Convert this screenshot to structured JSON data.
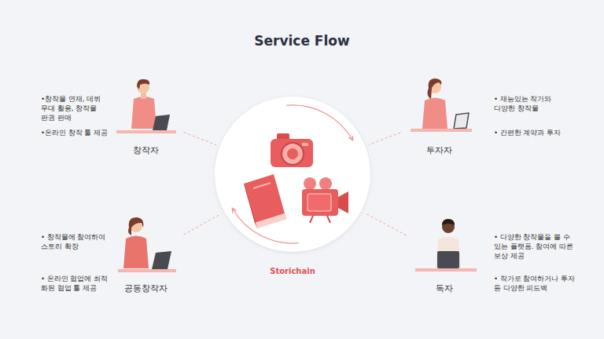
{
  "diagram": {
    "title": "Service Flow",
    "nodes": [
      {
        "text": [
          "창작자",
          "•창작물 연재, 데뷔 무대 활용, 창작물 판권 판매",
          "•온라인 창작 툴 제공"
        ]
      },
      {
        "text": [
          "투자자",
          "• 재능있는 작가와 다양한 창작물",
          "• 간편한 계약과 투자"
        ]
      },
      {
        "text": [
          "Storichain"
        ]
      },
      {
        "text": [
          "공동창작자",
          "• 창작물에 참여하여 스토리 확장",
          "• 온라인 협업에 최적 화된 협업 툴 제공"
        ]
      },
      {
        "text": [
          "독자",
          "• 다양한 창작물을 볼 수 있는 플랫폼. 참여에 따른 보상 제공",
          "• 작가로 참여하거나 투자 등 다양한 피드백"
        ]
      }
    ],
    "edges": [
      {
        "from": 0,
        "to": 2,
        "arrow": "none"
      },
      {
        "from": 1,
        "to": 2,
        "arrow": "none"
      },
      {
        "from": 3,
        "to": 2,
        "arrow": "none"
      },
      {
        "from": 4,
        "to": 2,
        "arrow": "none"
      }
    ]
  }
}
